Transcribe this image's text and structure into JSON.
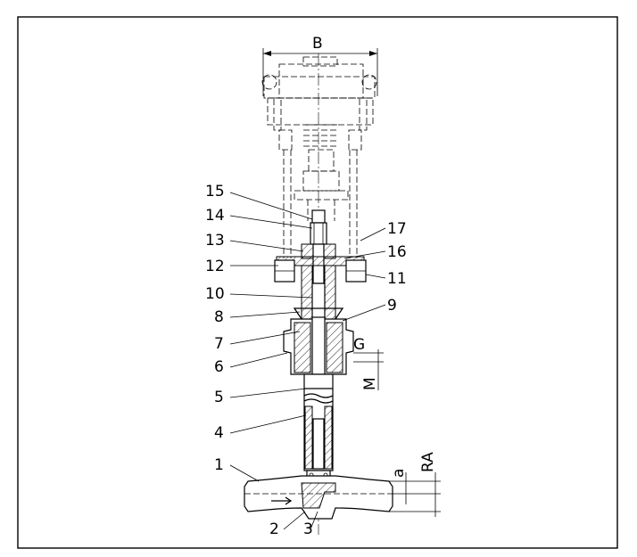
{
  "diagram": {
    "part_labels": [
      {
        "id": "p1",
        "text": "1"
      },
      {
        "id": "p2",
        "text": "2"
      },
      {
        "id": "p3",
        "text": "3"
      },
      {
        "id": "p4",
        "text": "4"
      },
      {
        "id": "p5",
        "text": "5"
      },
      {
        "id": "p6",
        "text": "6"
      },
      {
        "id": "p7",
        "text": "7"
      },
      {
        "id": "p8",
        "text": "8"
      },
      {
        "id": "p9",
        "text": "9"
      },
      {
        "id": "p10",
        "text": "10"
      },
      {
        "id": "p11",
        "text": "11"
      },
      {
        "id": "p12",
        "text": "12"
      },
      {
        "id": "p13",
        "text": "13"
      },
      {
        "id": "p14",
        "text": "14"
      },
      {
        "id": "p15",
        "text": "15"
      },
      {
        "id": "p16",
        "text": "16"
      },
      {
        "id": "p17",
        "text": "17"
      }
    ],
    "dimension_labels": {
      "width": "B",
      "gland": "G",
      "thread": "M",
      "offset": "a",
      "height": "RA"
    }
  }
}
